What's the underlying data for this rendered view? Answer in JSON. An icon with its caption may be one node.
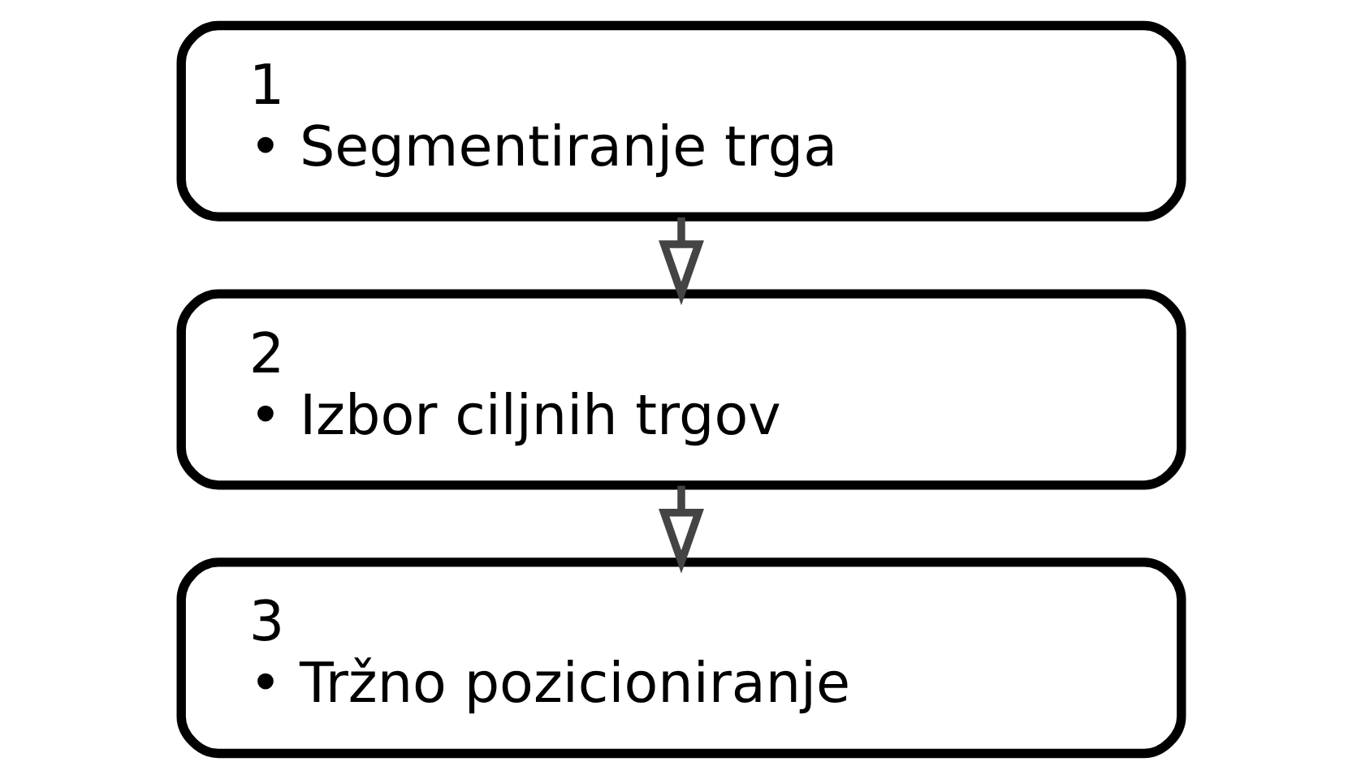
{
  "diagram": {
    "nodes": [
      {
        "text": [
          "1",
          "• Segmentiranje trga"
        ]
      },
      {
        "text": [
          "2",
          "• Izbor ciljnih trgov"
        ]
      },
      {
        "text": [
          "3",
          "• Tržno pozicioniranje"
        ]
      }
    ],
    "edges": [
      {
        "from": 0,
        "to": 1,
        "arrow": "to"
      },
      {
        "from": 1,
        "to": 2,
        "arrow": "to"
      }
    ]
  }
}
